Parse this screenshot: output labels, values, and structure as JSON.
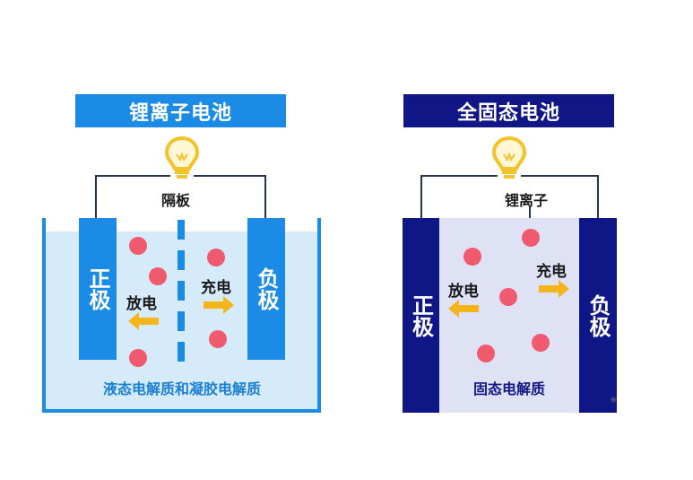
{
  "left": {
    "title": "锂离子电池",
    "separator_label": "隔板",
    "positive": "正极",
    "negative": "负极",
    "discharge": "放电",
    "charge": "充电",
    "electrolyte": "液态电解质和凝胶电解质"
  },
  "right": {
    "title": "全固态电池",
    "ion_label": "锂离子",
    "positive": "正极",
    "negative": "负极",
    "discharge": "放电",
    "charge": "充电",
    "electrolyte": "固态电解质"
  },
  "decor": {
    "star": "✳"
  },
  "colors": {
    "left_title_bg": "#1b8be6",
    "left_electrolyte": "#d6ebfa",
    "left_electrode": "#1b8be6",
    "right_title_bg": "#101685",
    "right_electrolyte": "#dfe2f5",
    "right_electrode": "#0f1685",
    "ion": "#ef5a6f",
    "arrow": "#f4b51c",
    "bulb": "#f4c22b"
  }
}
